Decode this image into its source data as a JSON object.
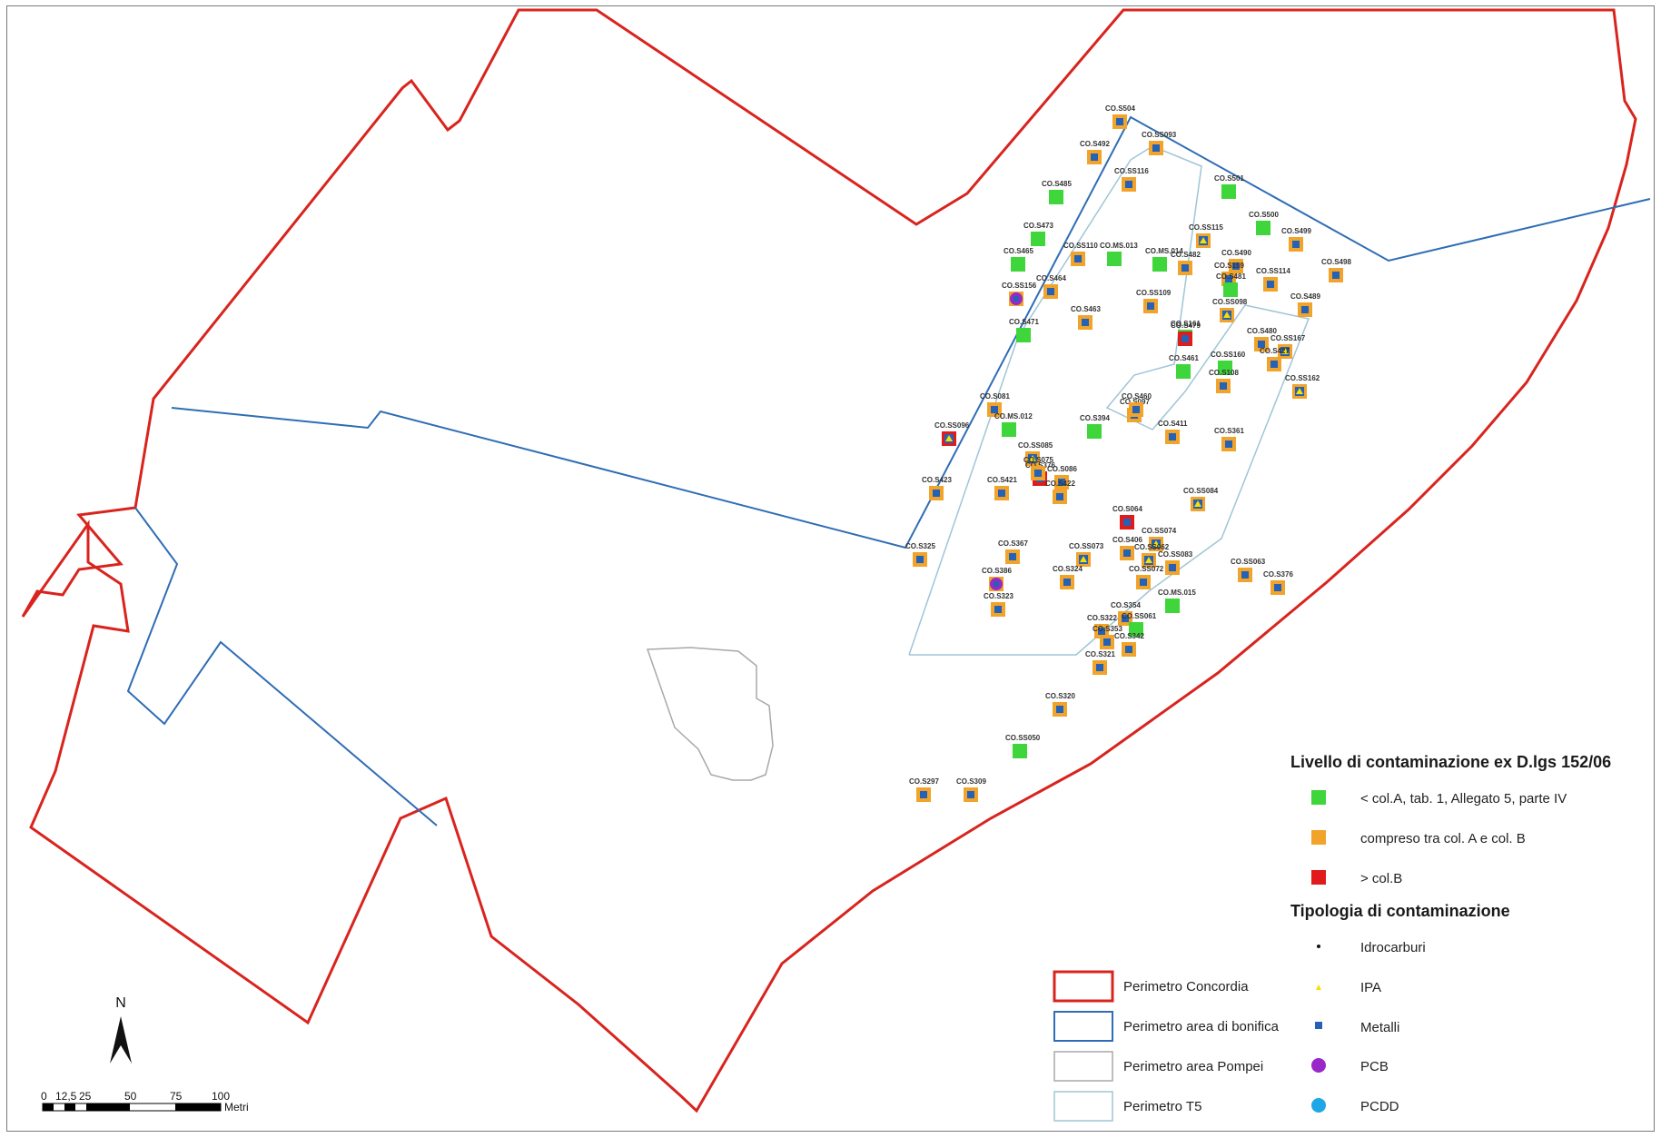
{
  "colors": {
    "perimetro_concordia": "#d9241e",
    "perimetro_bonifica": "#2f6db5",
    "perimetro_pompei": "#a8a8a8",
    "perimetro_t5": "#9fc5d6",
    "green": "#3ed63a",
    "orange": "#f2a32a",
    "red": "#e11b1b",
    "idrocarburi": "#111111",
    "ipa": "#f5e000",
    "metalli": "#2462b8",
    "pcb": "#9a28c8",
    "pcdd": "#1ea7e6"
  },
  "legend": {
    "level_title": "Livello di contaminazione ex D.lgs 152/06",
    "levels": [
      {
        "label": "< col.A, tab. 1, Allegato 5, parte IV",
        "color": "#3ed63a"
      },
      {
        "label": "compreso tra col. A e col. B",
        "color": "#f2a32a"
      },
      {
        "label": "> col.B",
        "color": "#e11b1b"
      }
    ],
    "type_title": "Tipologia di contaminazione",
    "types": [
      {
        "label": "Idrocarburi",
        "icon": "dot-icon"
      },
      {
        "label": "IPA",
        "icon": "triangle-icon"
      },
      {
        "label": "Metalli",
        "icon": "square-icon"
      },
      {
        "label": "PCB",
        "icon": "circle-icon"
      },
      {
        "label": "PCDD",
        "icon": "circle-icon"
      }
    ],
    "perimeters": [
      {
        "label": "Perimetro Concordia",
        "color": "#d9241e"
      },
      {
        "label": "Perimetro area di bonifica",
        "color": "#2f6db5"
      },
      {
        "label": "Perimetro area Pompei",
        "color": "#a8a8a8"
      },
      {
        "label": "Perimetro T5",
        "color": "#9fc5d6"
      }
    ]
  },
  "north": {
    "label": "N"
  },
  "scale": {
    "ticks": [
      "0",
      "12,5",
      "25",
      "50",
      "75",
      "100"
    ],
    "unit": "Metri"
  },
  "points": [
    {
      "id": "CO.S504",
      "level": "orange",
      "type": "metal"
    },
    {
      "id": "CO.SS093",
      "level": "orange",
      "type": "metal"
    },
    {
      "id": "CO.S492",
      "level": "orange",
      "type": "metal"
    },
    {
      "id": "CO.SS116",
      "level": "orange",
      "type": "metal"
    },
    {
      "id": "CO.S485",
      "level": "green",
      "type": ""
    },
    {
      "id": "CO.S501",
      "level": "green",
      "type": ""
    },
    {
      "id": "CO.S473",
      "level": "green",
      "type": ""
    },
    {
      "id": "CO.S500",
      "level": "green",
      "type": ""
    },
    {
      "id": "CO.SS110",
      "level": "orange",
      "type": "metal"
    },
    {
      "id": "CO.MS.013",
      "level": "green",
      "type": ""
    },
    {
      "id": "CO.SS115",
      "level": "orange",
      "type": "ipa"
    },
    {
      "id": "CO.S499",
      "level": "orange",
      "type": "metal"
    },
    {
      "id": "CO.S465",
      "level": "green",
      "type": ""
    },
    {
      "id": "CO.MS.014",
      "level": "green",
      "type": ""
    },
    {
      "id": "CO.S482",
      "level": "orange",
      "type": "metal"
    },
    {
      "id": "CO.S490",
      "level": "orange",
      "type": "metal"
    },
    {
      "id": "CO.S498",
      "level": "orange",
      "type": "metal"
    },
    {
      "id": "CO.S159",
      "level": "orange",
      "type": "metal"
    },
    {
      "id": "CO.S464",
      "level": "orange",
      "type": "metal"
    },
    {
      "id": "CO.SS156",
      "level": "orange",
      "type": "pcb"
    },
    {
      "id": "CO.SS114",
      "level": "orange",
      "type": "metal"
    },
    {
      "id": "CO.S481",
      "level": "green",
      "type": ""
    },
    {
      "id": "CO.SS109",
      "level": "orange",
      "type": "metal"
    },
    {
      "id": "CO.S463",
      "level": "orange",
      "type": "metal"
    },
    {
      "id": "CO.S489",
      "level": "orange",
      "type": "metal"
    },
    {
      "id": "CO.SS098",
      "level": "orange",
      "type": "ipa"
    },
    {
      "id": "CO.S161",
      "level": "green",
      "type": ""
    },
    {
      "id": "CO.S471",
      "level": "green",
      "type": ""
    },
    {
      "id": "CO.S480",
      "level": "orange",
      "type": "metal"
    },
    {
      "id": "CO.SS167",
      "level": "orange",
      "type": "ipa"
    },
    {
      "id": "CO.S479",
      "level": "red",
      "type": "metal"
    },
    {
      "id": "CO.S461",
      "level": "green",
      "type": ""
    },
    {
      "id": "CO.SS160",
      "level": "green",
      "type": ""
    },
    {
      "id": "CO.S108",
      "level": "orange",
      "type": "metal"
    },
    {
      "id": "CO.S097",
      "level": "orange",
      "type": "metal"
    },
    {
      "id": "CO.SS162",
      "level": "orange",
      "type": "ipa"
    },
    {
      "id": "CO.S427",
      "level": "orange",
      "type": "metal"
    },
    {
      "id": "CO.S460",
      "level": "orange",
      "type": "metal"
    },
    {
      "id": "CO.S081",
      "level": "orange",
      "type": "metal"
    },
    {
      "id": "CO.S411",
      "level": "orange",
      "type": "metal"
    },
    {
      "id": "CO.SS096",
      "level": "red",
      "type": "ipa"
    },
    {
      "id": "CO.S394",
      "level": "green",
      "type": ""
    },
    {
      "id": "CO.MS.012",
      "level": "green",
      "type": ""
    },
    {
      "id": "CO.S086",
      "level": "orange",
      "type": "metal"
    },
    {
      "id": "CO.SS085",
      "level": "orange",
      "type": "ipa"
    },
    {
      "id": "CO.S423",
      "level": "orange",
      "type": "metal"
    },
    {
      "id": "CO.S361",
      "level": "orange",
      "type": "metal"
    },
    {
      "id": "CO.S376",
      "level": "red",
      "type": "metal"
    },
    {
      "id": "CO.S075",
      "level": "orange",
      "type": "metal"
    },
    {
      "id": "CO.S422",
      "level": "orange",
      "type": "metal"
    },
    {
      "id": "CO.SS084",
      "level": "orange",
      "type": "ipa"
    },
    {
      "id": "CO.S421",
      "level": "orange",
      "type": "metal"
    },
    {
      "id": "CO.S064",
      "level": "red",
      "type": "metal"
    },
    {
      "id": "CO.SS074",
      "level": "orange",
      "type": "ipa"
    },
    {
      "id": "CO.S406",
      "level": "orange",
      "type": "metal"
    },
    {
      "id": "CO.SS063",
      "level": "orange",
      "type": "metal"
    },
    {
      "id": "CO.S367",
      "level": "orange",
      "type": "metal"
    },
    {
      "id": "CO.SS083",
      "level": "orange",
      "type": "metal"
    },
    {
      "id": "CO.SS073",
      "level": "orange",
      "type": "ipa"
    },
    {
      "id": "CO.S325",
      "level": "orange",
      "type": "metal"
    },
    {
      "id": "CO.SS062",
      "level": "orange",
      "type": "ipa"
    },
    {
      "id": "CO.S386",
      "level": "orange",
      "type": "pcb"
    },
    {
      "id": "CO.S324",
      "level": "orange",
      "type": "metal"
    },
    {
      "id": "CO.S376b",
      "level": "orange",
      "type": "metal"
    },
    {
      "id": "CO.S323",
      "level": "orange",
      "type": "metal"
    },
    {
      "id": "CO.SS072",
      "level": "orange",
      "type": "metal"
    },
    {
      "id": "CO.MS.015",
      "level": "green",
      "type": ""
    },
    {
      "id": "CO.S354",
      "level": "orange",
      "type": "metal"
    },
    {
      "id": "CO.S322",
      "level": "orange",
      "type": "metal"
    },
    {
      "id": "CO.SS061",
      "level": "green",
      "type": ""
    },
    {
      "id": "CO.S353",
      "level": "orange",
      "type": "metal"
    },
    {
      "id": "CO.S342",
      "level": "orange",
      "type": "metal"
    },
    {
      "id": "CO.S321",
      "level": "orange",
      "type": "metal"
    },
    {
      "id": "CO.S320",
      "level": "orange",
      "type": "metal"
    },
    {
      "id": "CO.SS050",
      "level": "green",
      "type": ""
    },
    {
      "id": "CO.S309",
      "level": "orange",
      "type": "metal"
    },
    {
      "id": "CO.S297",
      "level": "orange",
      "type": "metal"
    }
  ]
}
